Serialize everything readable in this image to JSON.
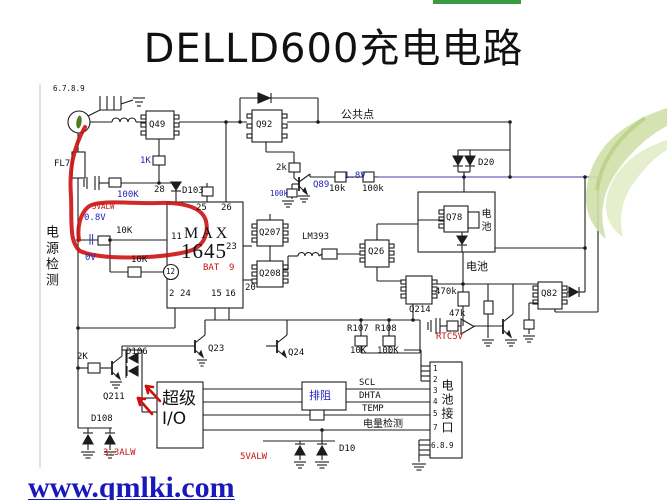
{
  "title": "DELLD600充电电路",
  "watermark": "www.qmlki.com",
  "colors": {
    "annotation_red": "#cc1111",
    "value_blue": "#2323bb",
    "net_purple": "#8080cc",
    "top_bar_green": "#3a9a3f",
    "swirl_green": "#cfe0a8",
    "wire": "#1c1c1c"
  },
  "labels": {
    "pins_top": "6.7.8.9",
    "fl7": "FL7",
    "q49": "Q49",
    "r1k": "1K",
    "c100k": "100K",
    "pin28": "28",
    "d103": "D103",
    "common_point": "公共点",
    "q92": "Q92",
    "d20": "D20",
    "r2k": "2k",
    "q89": "Q89",
    "r100k_b": "100k",
    "r10k_c": "10k",
    "v1_8": "1.8V",
    "r100k_c": "100k",
    "pin25": "25",
    "pin26": "26",
    "pin11": "11",
    "pin12": "12",
    "pin23": "23",
    "pin2": "2",
    "pin24": "24",
    "pin15": "15",
    "pin16": "16",
    "pin20": "20",
    "max1": "MAX",
    "max2": "1645",
    "bat": "BAT",
    "pin9": "9",
    "q207": "Q207",
    "q208": "Q208",
    "lm393": "LM393",
    "q26": "Q26",
    "q214": "Q214",
    "r470k": "470k",
    "battery_h": "电池",
    "battery_v": "电池",
    "q78": "Q78",
    "r47k": "47k",
    "rtc5v": "RTC5V",
    "q82": "Q82",
    "r107": "R107",
    "r107v": "10K",
    "r108": "R108",
    "r108v": "100K",
    "q23": "Q23",
    "q24": "Q24",
    "power_detect": "电源检测",
    "v0_8": "0.8V",
    "parallel": "‖",
    "v0": "0V",
    "valw5a": "5VALW",
    "r10k_a": "10K",
    "r10k_b": "10K",
    "r2k_b": "2K",
    "q211": "Q211",
    "d106": "D106",
    "d108": "D108",
    "alw33": "3.3ALW",
    "io1": "超级",
    "io2": "I/O",
    "rpack": "排阻",
    "scl": "SCL",
    "dhta": "DHTA",
    "temp": "TEMP",
    "gauge": "电量检测",
    "valw5b": "5VALW",
    "d10": "D10",
    "cp1": "1",
    "cp2": "2",
    "cp3": "3",
    "cp4": "4",
    "cp5": "5",
    "cp7": "7",
    "cp689": "6.8.9",
    "conn": "电池接口"
  }
}
